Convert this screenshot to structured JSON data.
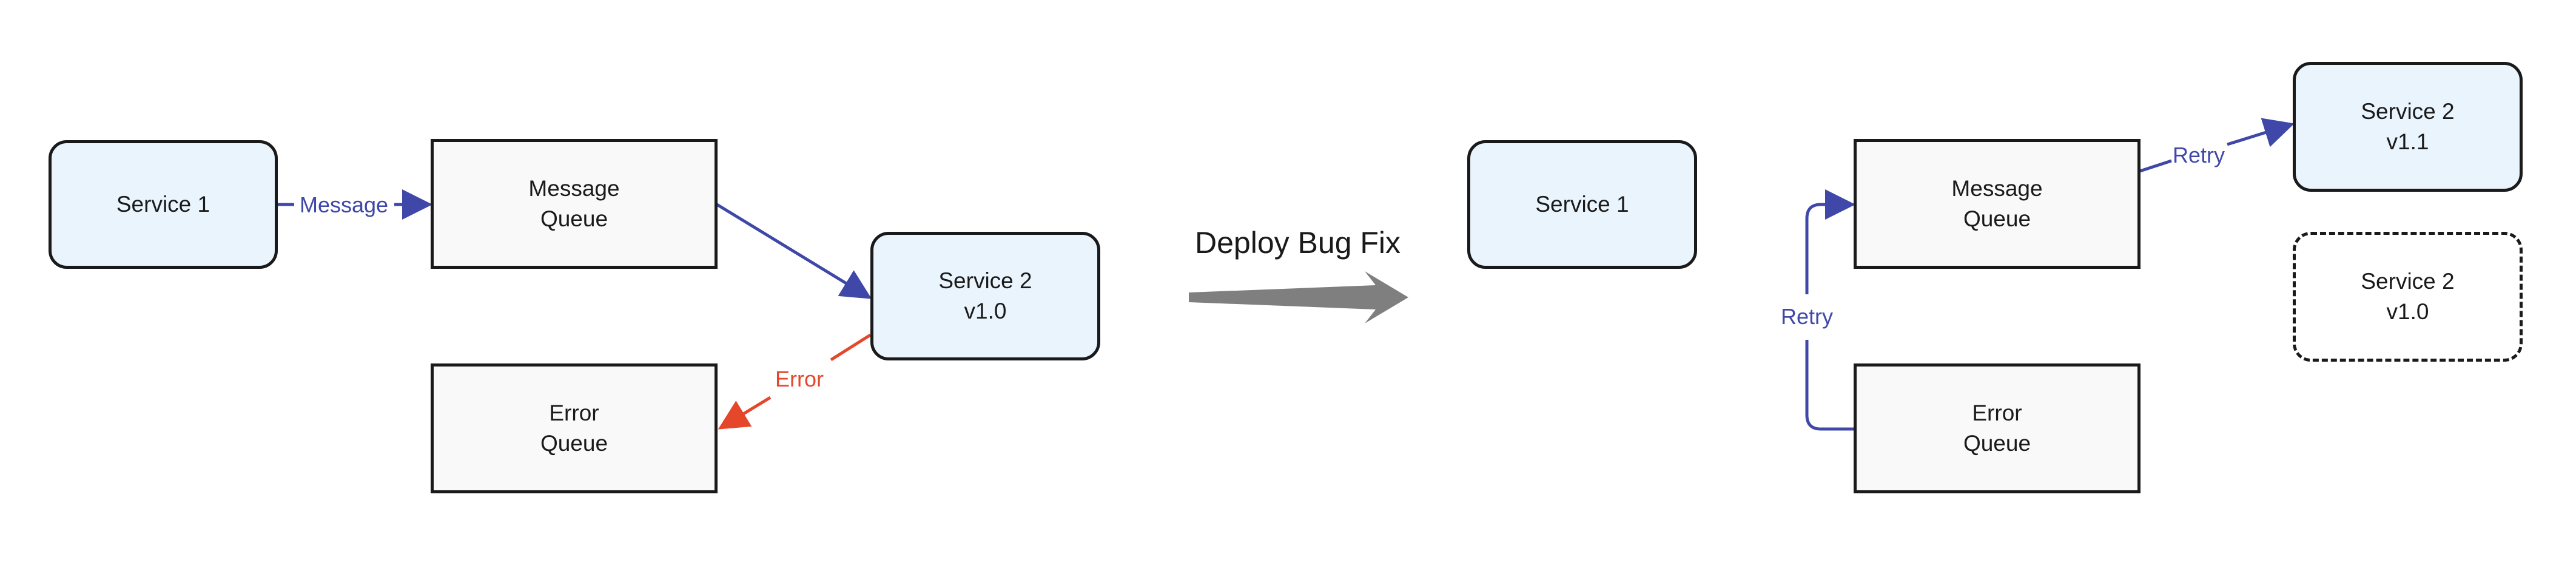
{
  "before": {
    "service1": "Service 1",
    "message_queue": "Message\nQueue",
    "service2": "Service 2\nv1.0",
    "error_queue": "Error\nQueue",
    "edge_message": "Message",
    "edge_error": "Error"
  },
  "transition": {
    "label": "Deploy Bug Fix"
  },
  "after": {
    "service1": "Service 1",
    "message_queue": "Message\nQueue",
    "error_queue": "Error\nQueue",
    "service2_new": "Service 2\nv1.1",
    "service2_old": "Service 2\nv1.0",
    "edge_retry_to_service": "Retry",
    "edge_retry_from_error": "Retry"
  },
  "colors": {
    "service_fill": "#e9f4fd",
    "queue_fill": "#f9f9f9",
    "stroke": "#1a1a1a",
    "flow": "#3f48a8",
    "error": "#e5472b",
    "transition_arrow": "#7f7f7f"
  }
}
